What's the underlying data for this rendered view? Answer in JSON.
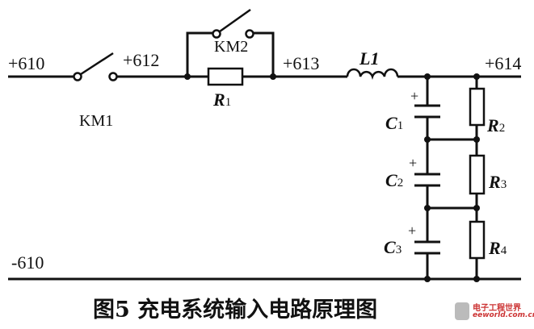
{
  "nodes": {
    "n610": "+610",
    "n612": "+612",
    "n613": "+613",
    "n614": "+614",
    "neg610": "-610"
  },
  "components": {
    "km1": "KM1",
    "km2": "KM2",
    "l1": "L1",
    "r1": {
      "letter": "R",
      "index": "1"
    },
    "r2": {
      "letter": "R",
      "index": "2"
    },
    "r3": {
      "letter": "R",
      "index": "3"
    },
    "r4": {
      "letter": "R",
      "index": "4"
    },
    "c1": {
      "letter": "C",
      "index": "1"
    },
    "c2": {
      "letter": "C",
      "index": "2"
    },
    "c3": {
      "letter": "C",
      "index": "3"
    },
    "plus": "+"
  },
  "caption": "图5  充电系统输入电路原理图",
  "logo": {
    "cn": "电子工程世界",
    "en": "eeworld.com.cn"
  }
}
